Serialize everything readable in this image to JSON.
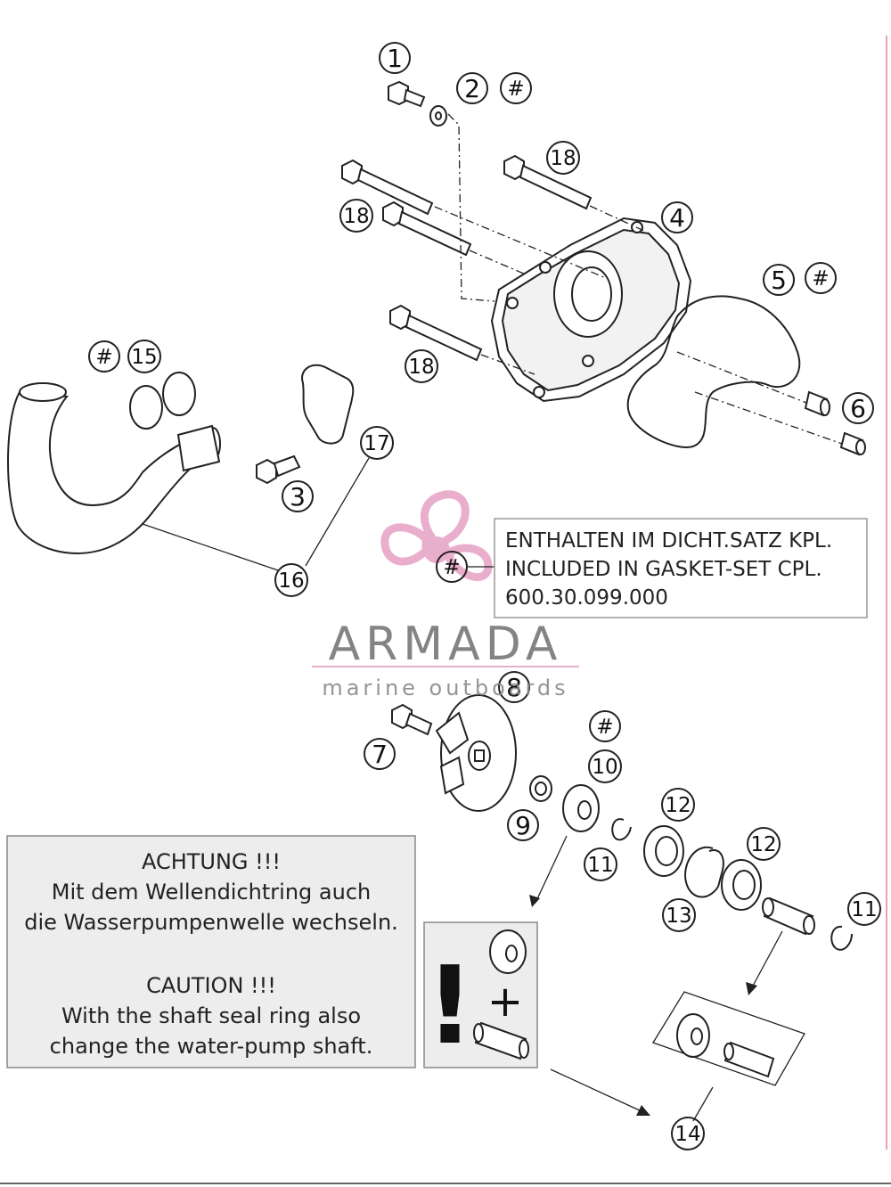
{
  "callouts": [
    {
      "id": "c1",
      "label": "1"
    },
    {
      "id": "c2",
      "label": "2"
    },
    {
      "id": "c3",
      "label": "3"
    },
    {
      "id": "c4",
      "label": "4"
    },
    {
      "id": "c5",
      "label": "5"
    },
    {
      "id": "c6",
      "label": "6"
    },
    {
      "id": "c7",
      "label": "7"
    },
    {
      "id": "c8",
      "label": "8"
    },
    {
      "id": "c9",
      "label": "9"
    },
    {
      "id": "c10",
      "label": "10"
    },
    {
      "id": "c11a",
      "label": "11"
    },
    {
      "id": "c11b",
      "label": "11"
    },
    {
      "id": "c12a",
      "label": "12"
    },
    {
      "id": "c12b",
      "label": "12"
    },
    {
      "id": "c13",
      "label": "13"
    },
    {
      "id": "c14",
      "label": "14"
    },
    {
      "id": "c15",
      "label": "15"
    },
    {
      "id": "c16",
      "label": "16"
    },
    {
      "id": "c17",
      "label": "17"
    },
    {
      "id": "c18a",
      "label": "18"
    },
    {
      "id": "c18b",
      "label": "18"
    },
    {
      "id": "c18c",
      "label": "18"
    }
  ],
  "hash_marker": "#",
  "gasket_note": {
    "line1": "ENTHALTEN IM DICHT.SATZ KPL.",
    "line2": "INCLUDED IN GASKET-SET CPL.",
    "line3": "600.30.099.000"
  },
  "warning_note": {
    "de_title": "ACHTUNG !!!",
    "de_line1": "Mit dem Wellendichtring auch",
    "de_line2": "die Wasserpumpenwelle wechseln.",
    "en_title": "CAUTION !!!",
    "en_line1": "With the shaft seal ring also",
    "en_line2": "change the water-pump shaft."
  },
  "watermark": {
    "title": "ARMADA",
    "subtitle": "marine outboards",
    "accent_color": "#e8a6c8"
  },
  "kit_symbols": {
    "exclamation": "!",
    "plus": "+"
  }
}
